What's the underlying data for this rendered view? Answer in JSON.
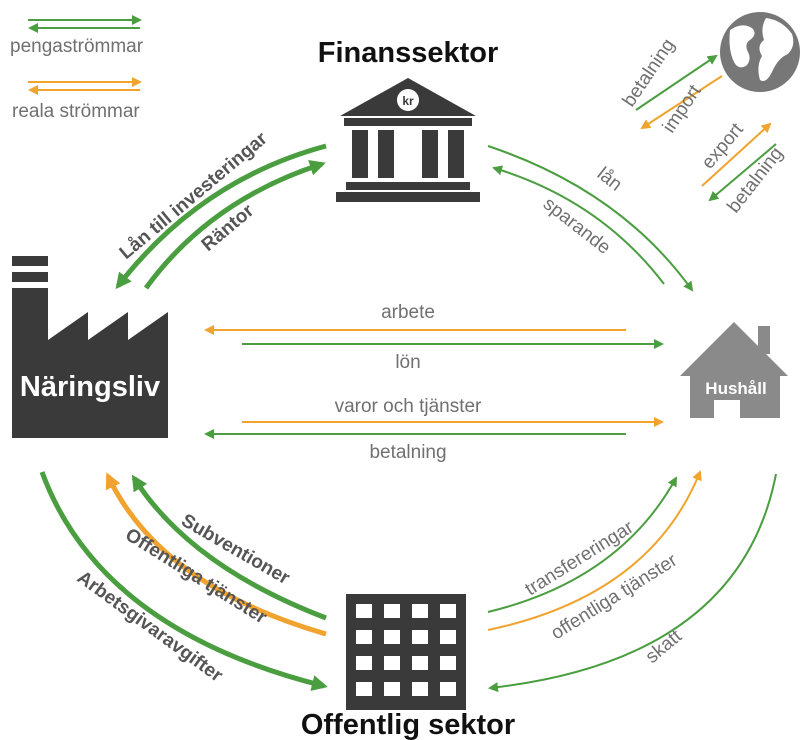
{
  "legend": {
    "money_flows": "pengaströmmar",
    "real_flows": "reala strömmar"
  },
  "nodes": {
    "finance": "Finanssektor",
    "business": "Näringsliv",
    "households": "Hushåll",
    "public": "Offentlig sektor",
    "bank_badge": "kr"
  },
  "flows": {
    "investment_loans": "Lån till investeringar",
    "interest": "Räntor",
    "loan": "lån",
    "savings": "sparande",
    "labour": "arbete",
    "wages": "lön",
    "goods_services": "varor och tjänster",
    "payment": "betalning",
    "subsidies": "Subventioner",
    "public_services_left": "Offentliga tjänster",
    "employer_fees": "Arbetsgivaravgifter",
    "transfers": "transfereringar",
    "public_services_right": "offentliga tjänster",
    "tax": "skatt"
  },
  "world": {
    "payment_in": "betalning",
    "import": "import",
    "export": "export",
    "payment_out": "betalning"
  },
  "colors": {
    "money": "#4a9e3f",
    "real": "#f0a32f",
    "icon": "#3a3a3a",
    "house": "#8a8a8a"
  }
}
